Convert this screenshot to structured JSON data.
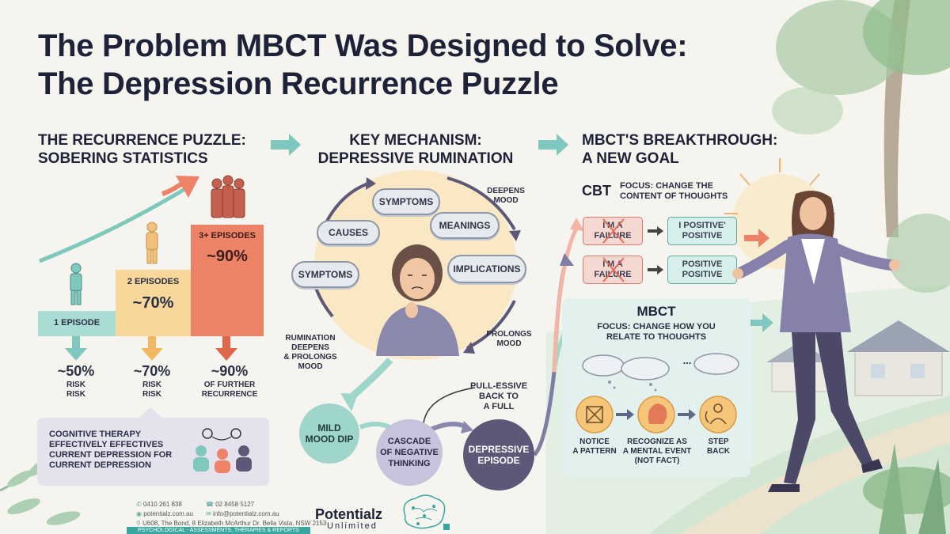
{
  "title_line1": "The Problem MBCT Was Designed to Solve:",
  "title_line2": "The Depression Recurrence Puzzle",
  "left": {
    "heading_line1": "THE RECURRENCE PUZZLE:",
    "heading_line2": "SOBERING STATISTICS",
    "bars": [
      {
        "label": "1 EPISODE",
        "value": "",
        "pct_top": "~50%",
        "sub1": "RISK",
        "sub2": "RISK",
        "color": "#a9dcd4"
      },
      {
        "label": "2 EPISODES",
        "value": "~70%",
        "pct_top": "~70%",
        "sub1": "RISK",
        "sub2": "RISK",
        "color": "#f8d79a"
      },
      {
        "label": "3+ EPISODES",
        "value": "~90%",
        "pct_top": "~90%",
        "sub1": "OF FURTHER",
        "sub2": "RECURRENCE",
        "color": "#ee8267"
      }
    ],
    "callout_line1": "COGNITIVE THERAPY",
    "callout_line2": "EFFECTIVELY EFFECTIVES",
    "callout_line3": "CURRENT DEPRESSION FOR",
    "callout_line4": "CURRENT DEPRESSION"
  },
  "middle": {
    "heading_line1": "KEY MECHANISM:",
    "heading_line2": "DEPRESSIVE RUMINATION",
    "clouds": {
      "symptoms_top": "SYMPTOMS",
      "causes": "CAUSES",
      "meanings": "MEANINGS",
      "symptoms_left": "SYMPTOMS",
      "implications": "IMPLICATIONS"
    },
    "deepens_1": "DEEPENS",
    "deepens_2": "MOOD",
    "prolongs_1": "PROLONGS",
    "prolongs_2": "MOOD",
    "rumination_1": "RUMINATION",
    "rumination_2": "DEEPENS",
    "rumination_3": "& PROLONGS",
    "rumination_4": "MOOD",
    "pull_1": "PULL-ESSIVE",
    "pull_2": "BACK TO",
    "pull_3": "A FULL",
    "mild_1": "MILD",
    "mild_2": "MOOD DIP",
    "cascade_1": "CASCADE",
    "cascade_2": "OF NEGATIVE",
    "cascade_3": "THINKING",
    "episode_1": "DEPRESSIVE",
    "episode_2": "EPISODE"
  },
  "right": {
    "heading_line1": "MBCT'S BREAKTHROUGH:",
    "heading_line2": "A NEW GOAL",
    "cbt_label": "CBT",
    "cbt_focus_1": "FOCUS: CHANGE THE",
    "cbt_focus_2": "CONTENT OF THOUGHTS",
    "fail1_1": "I'M A",
    "fail1_2": "FAILURE",
    "pos1_1": "I POSITIVE'",
    "pos1_2": "POSITIVE",
    "fail2_1": "I'M A",
    "fail2_2": "FAILURE",
    "pos2_1": "POSITIVE",
    "pos2_2": "POSITIVE",
    "mbct_label": "MBCT",
    "mbct_focus_1": "FOCUS: CHANGE HOW YOU",
    "mbct_focus_2": "RELATE TO THOUGHTS",
    "ellipsis": "...",
    "step1_1": "NOTICE",
    "step1_2": "A PATTERN",
    "step2_1": "RECOGNIZE AS",
    "step2_2": "A MENTAL EVENT",
    "step2_3": "(NOT FACT)",
    "step3_1": "STEP",
    "step3_2": "BACK"
  },
  "footer": {
    "phone1": "0410 261 838",
    "web": "potentialz.com.au",
    "address": "U608, The Bond, 8 Elizabeth McArthur Dr. Bella Vista, NSW 2153",
    "phone2": "02 8458 5127",
    "email": "info@potentialz.com.au",
    "tagline": "PSYCHOLOGICAL - ASSESSMENTS, THERAPIES & REPORTS",
    "brand1": "Potentialz",
    "brand2": "Unlimited"
  },
  "colors": {
    "teal": "#7ec8bd",
    "dark_purple": "#5b5878",
    "coral": "#ee8267",
    "yellow": "#f8d79a"
  }
}
